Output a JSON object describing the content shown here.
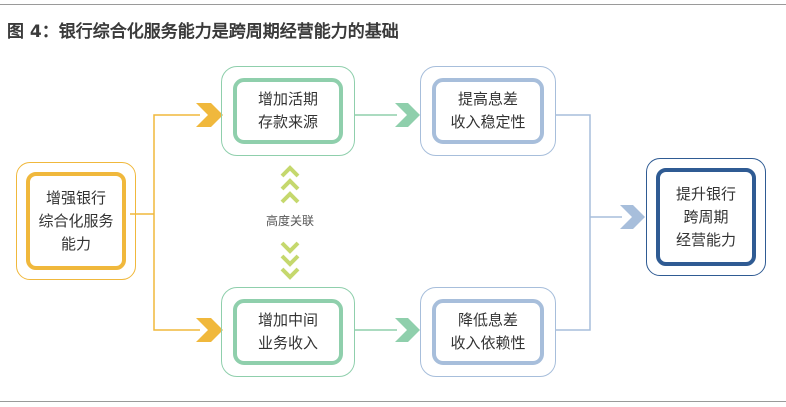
{
  "title": "图 4：银行综合化服务能力是跨周期经营能力的基础",
  "nodes": {
    "source": "增强银行\n综合化服务\n能力",
    "deposit": "增加活期\n存款来源",
    "fee": "增加中间\n业务收入",
    "stability": "提高息差\n收入稳定性",
    "dependence": "降低息差\n收入依赖性",
    "result": "提升银行\n跨周期\n经营能力"
  },
  "relation_label": "高度关联",
  "colors": {
    "gold": "#f0b83c",
    "green": "#8fcfac",
    "blue_light": "#a7bedb",
    "blue_dark": "#2f5b93",
    "text": "#333333"
  }
}
